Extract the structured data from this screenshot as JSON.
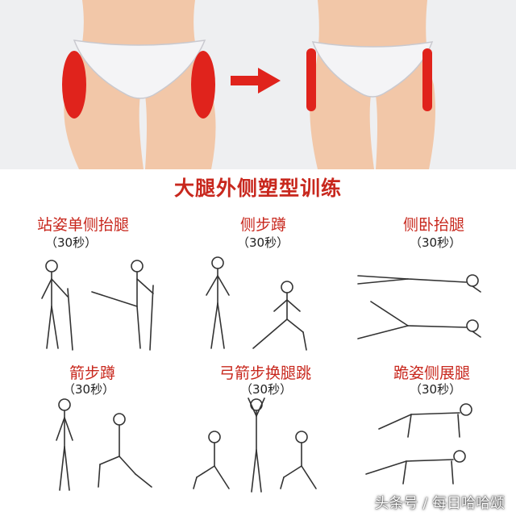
{
  "colors": {
    "accent": "#c8281e",
    "highlight_red": "#e0231c",
    "skin": "#f2c7a8",
    "background_top": "#eeeff1"
  },
  "title": "大腿外侧塑型训练",
  "exercises": [
    {
      "name": "站姿单侧抬腿",
      "duration": "（30秒）"
    },
    {
      "name": "侧步蹲",
      "duration": "（30秒）"
    },
    {
      "name": "侧卧抬腿",
      "duration": "（30秒）"
    },
    {
      "name": "箭步蹲",
      "duration": "（30秒）"
    },
    {
      "name": "弓箭步换腿跳",
      "duration": "（30秒）"
    },
    {
      "name": "跪姿侧展腿",
      "duration": "（30秒）"
    }
  ],
  "icons": [
    "before-hips-illustration",
    "after-hips-illustration",
    "right-arrow-icon"
  ],
  "watermark": "头条号 / 每日哈哈颂"
}
